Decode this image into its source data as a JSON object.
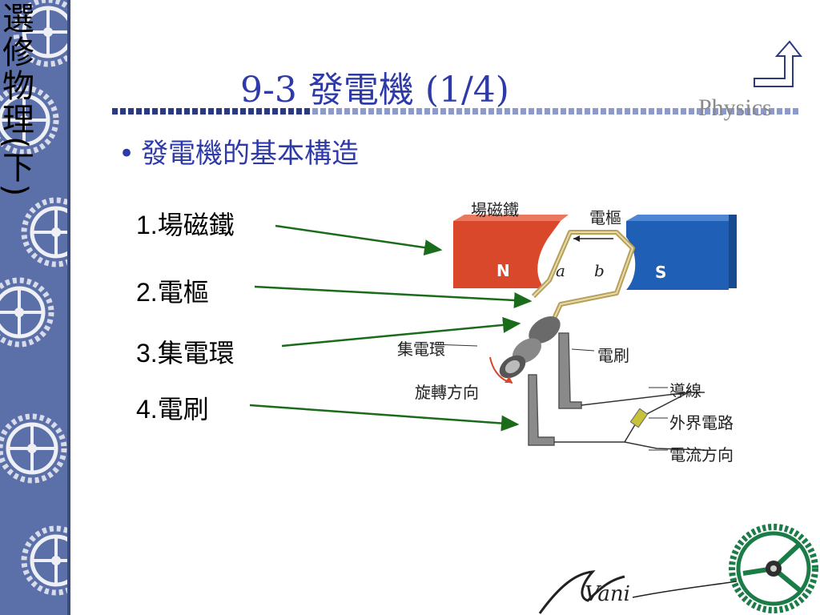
{
  "sidebar": {
    "title": "選修物理(下)"
  },
  "slide": {
    "title": "9-3  發電機  (1/4)",
    "brand": "Physics"
  },
  "bullet": {
    "dot": "•",
    "text": "發電機的基本構造"
  },
  "items": [
    {
      "num": "1.",
      "label": "場磁鐵"
    },
    {
      "num": "2.",
      "label": "電樞"
    },
    {
      "num": "3.",
      "label": "集電環"
    },
    {
      "num": "4.",
      "label": "電刷"
    }
  ],
  "diagram": {
    "labels": {
      "field_magnet": "場磁鐵",
      "armature": "電樞",
      "north": "N",
      "south": "S",
      "side_a": "a",
      "side_b": "b",
      "slip_rings": "集電環",
      "brush": "電刷",
      "rotation": "旋轉方向",
      "wire": "導線",
      "external_circuit": "外界電路",
      "current_direction": "電流方向"
    },
    "colors": {
      "north": "#d9482b",
      "south": "#1f5fb5",
      "arrow": "#1a6b1a"
    }
  },
  "footer": {
    "signature": "Vani"
  }
}
